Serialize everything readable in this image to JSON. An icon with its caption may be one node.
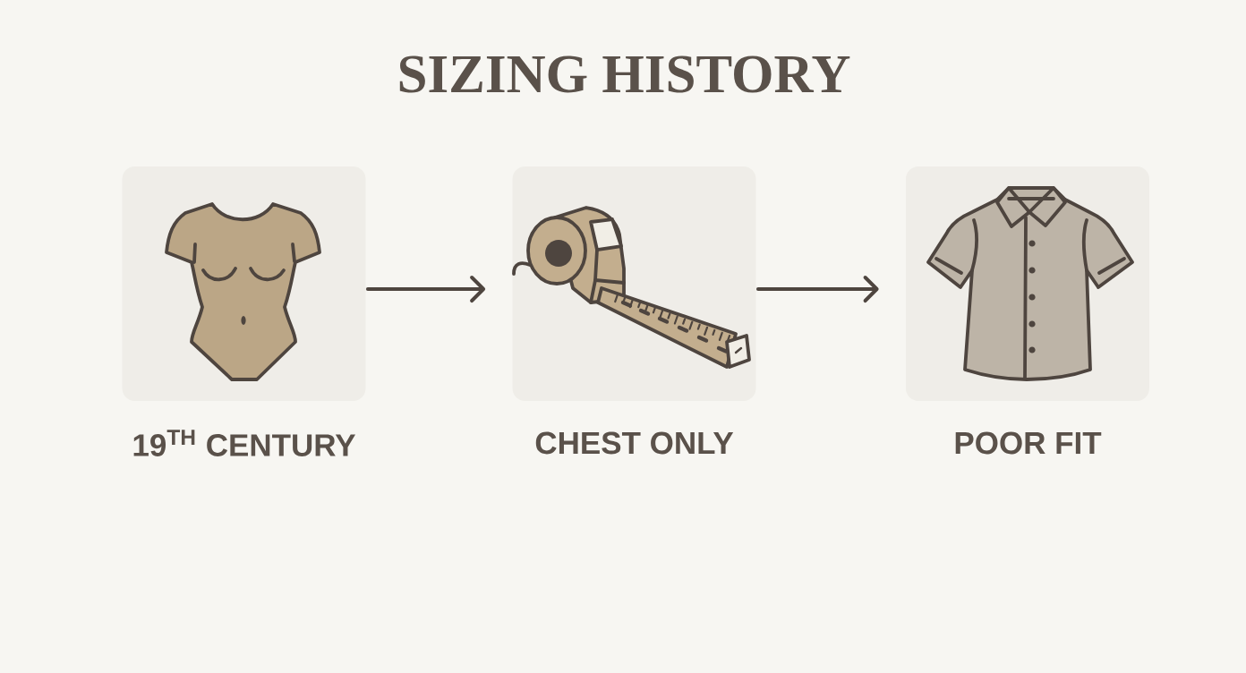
{
  "diagram": {
    "title": "SIZING HISTORY",
    "nodes": [
      {
        "text": [
          "19$^{TH}$ CENTURY"
        ]
      },
      {
        "text": [
          "CHEST ONLY"
        ]
      },
      {
        "text": [
          "POOR FIT"
        ]
      }
    ],
    "edges": [
      {
        "from": 0,
        "to": 1,
        "arrow": "to"
      },
      {
        "from": 1,
        "to": 2,
        "arrow": "to"
      }
    ]
  }
}
